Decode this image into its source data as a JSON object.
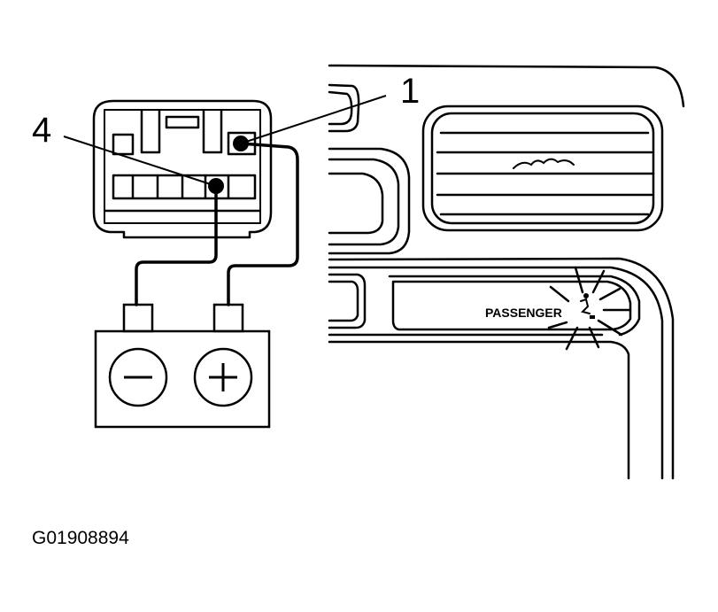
{
  "callouts": {
    "one": "1",
    "four": "4"
  },
  "indicator_label": "PASSENGER",
  "figure_code": "G01908894",
  "battery": {
    "negative_symbol": "−",
    "positive_symbol": "+"
  },
  "colors": {
    "ink": "#000000",
    "paper": "#ffffff"
  }
}
